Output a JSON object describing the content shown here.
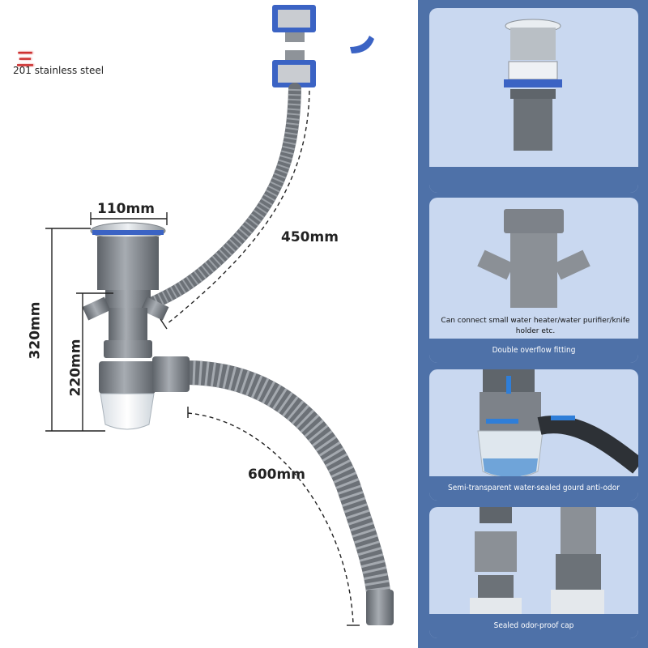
{
  "brand": {
    "logo_text": "三",
    "material_label": "201 stainless steel"
  },
  "dimensions": {
    "strainer_diameter": "110mm",
    "overflow_hose_length": "450mm",
    "total_height": "320mm",
    "trap_height": "220mm",
    "drain_hose_length": "600mm"
  },
  "features": [
    {
      "caption": "",
      "note": ""
    },
    {
      "caption": "Double overflow fitting",
      "note": "Can connect small water heater/water purifier/knife holder etc."
    },
    {
      "caption": "Semi-transparent water-sealed gourd anti-odor",
      "note": ""
    },
    {
      "caption": "Sealed odor-proof cap",
      "note": ""
    }
  ],
  "colors": {
    "panel_blue": "#4e71a8",
    "card_blue": "#c9d8f0",
    "pipe_grey": "#7d8289",
    "accent_blue": "#3b63c4"
  }
}
